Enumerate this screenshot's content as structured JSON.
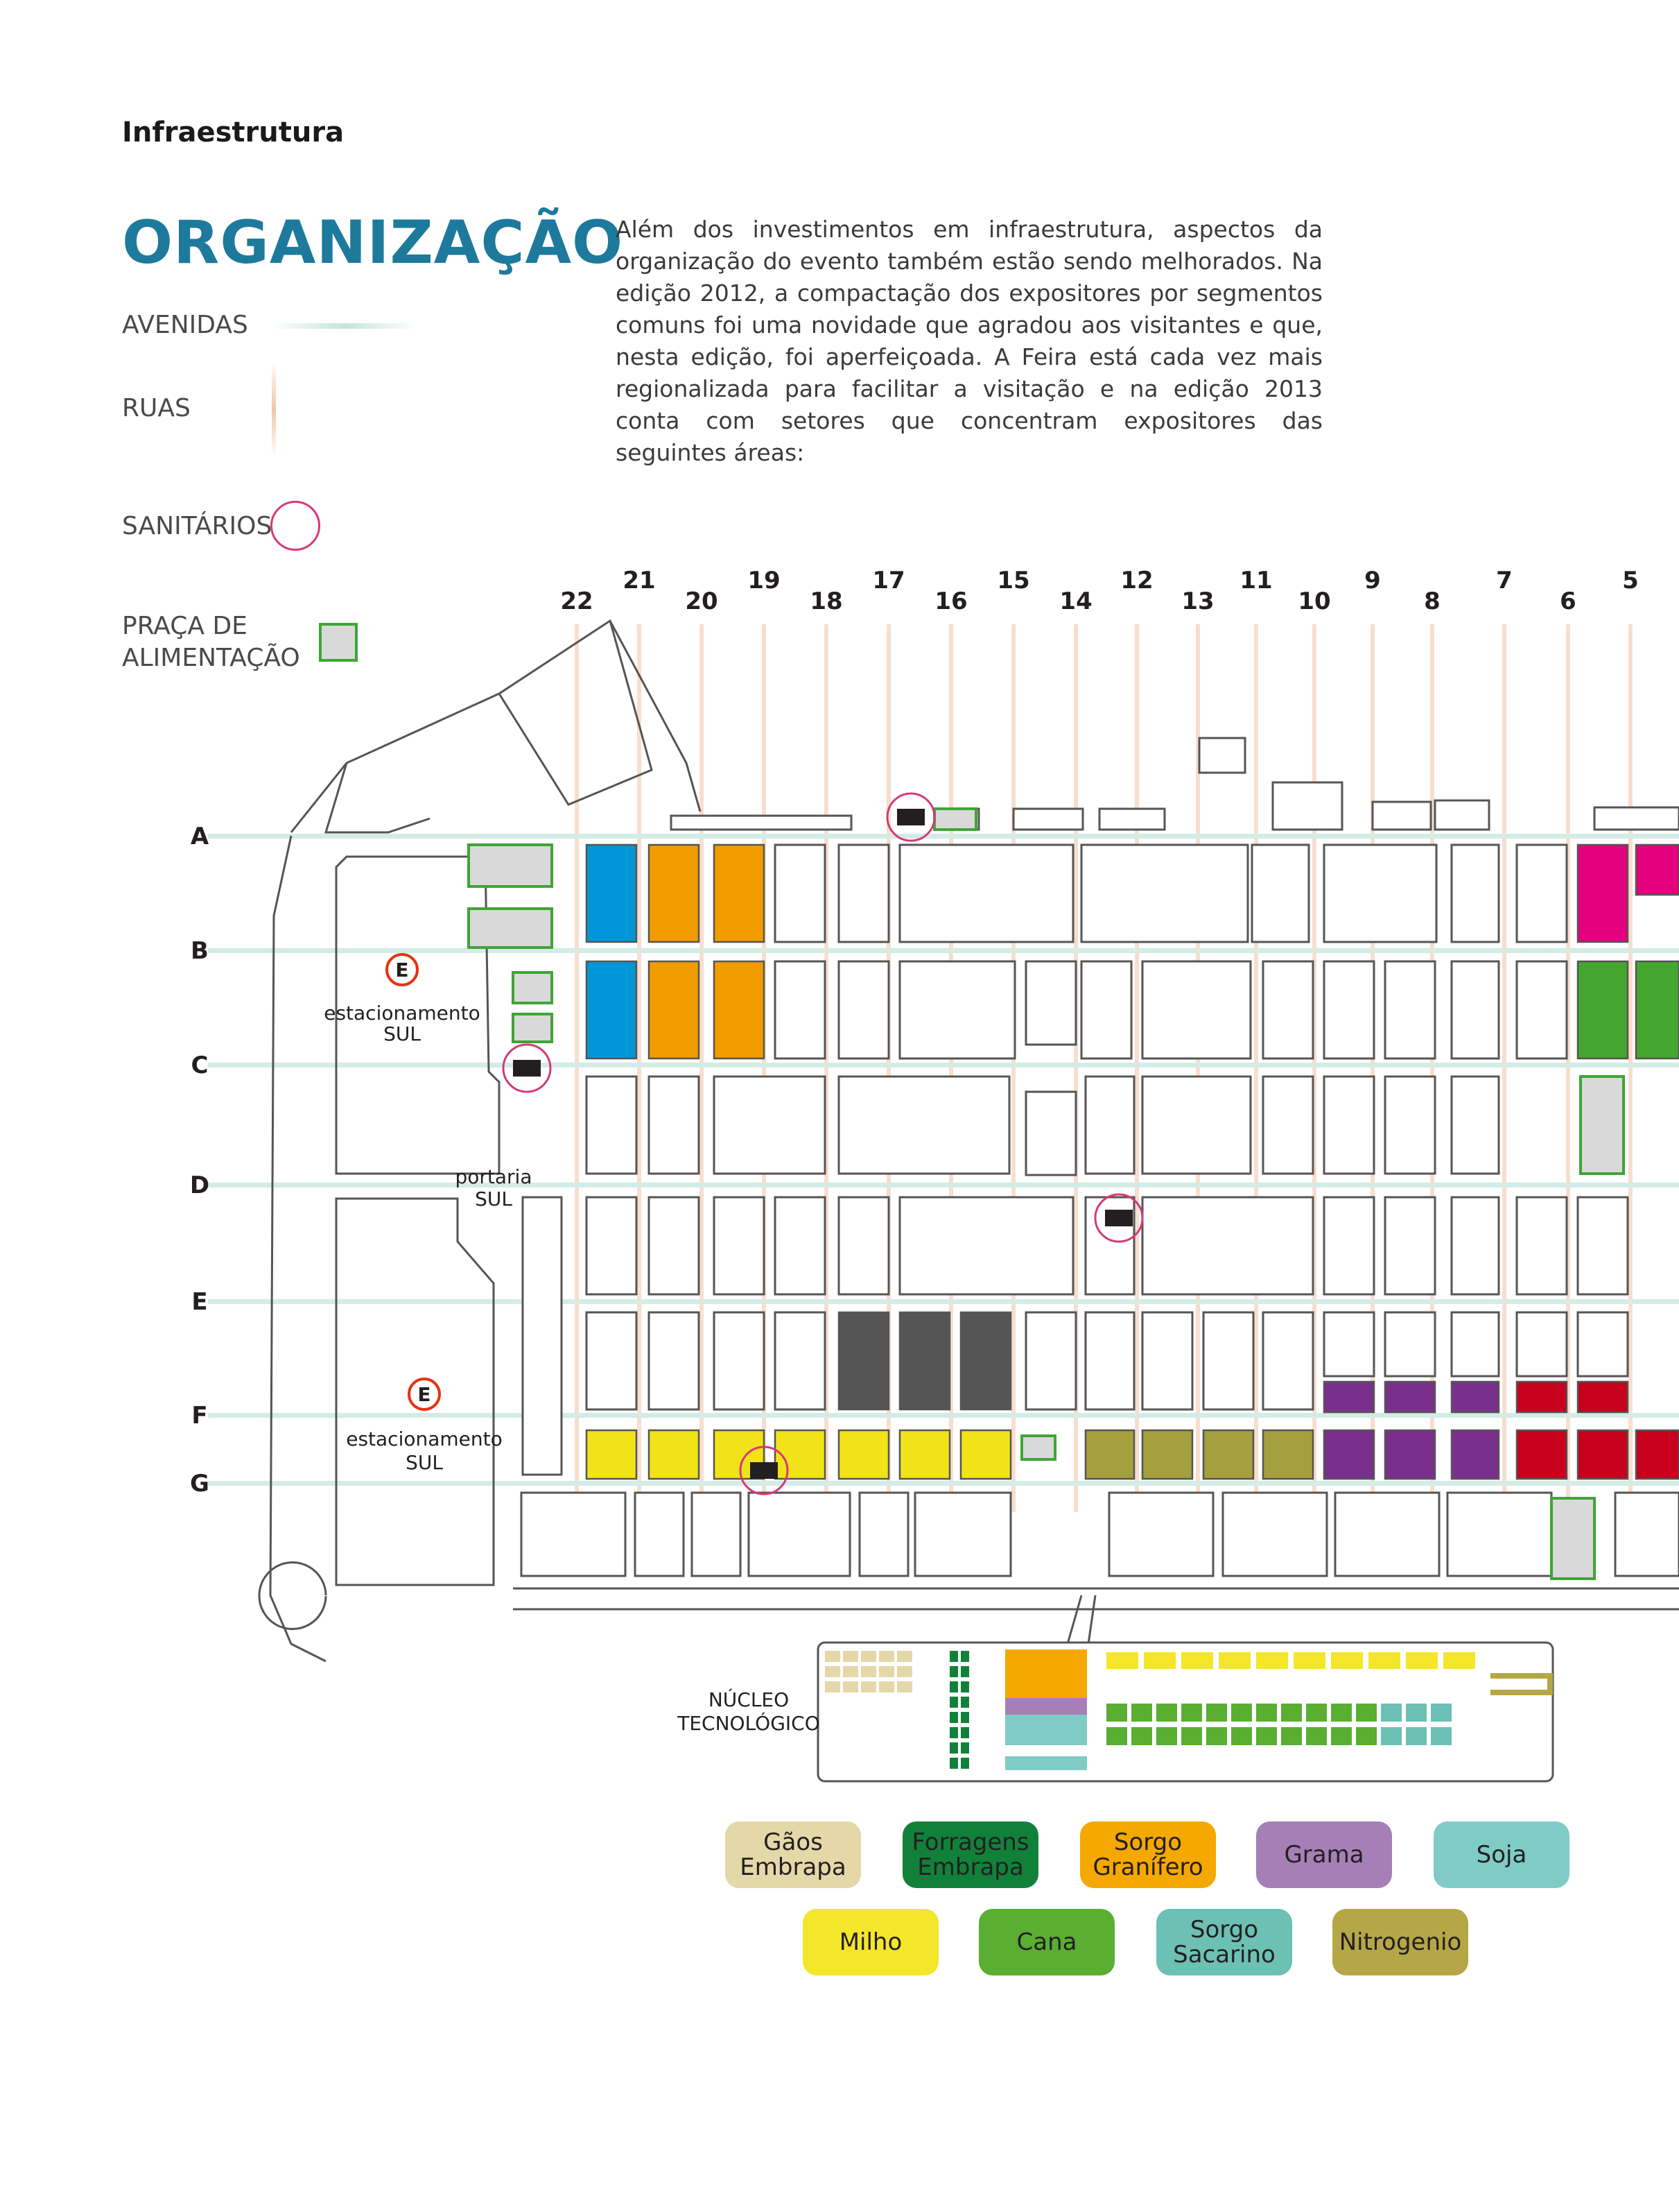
{
  "header": {
    "kicker": "Infraestrutura",
    "title": "ORGANIZAÇÃO"
  },
  "intro": "Além dos investimentos em infraestrutura, aspectos da organização do evento também estão sendo melhorados. Na edição 2012, a compactação dos expositores por segmentos comuns foi uma novidade que agradou aos visitantes e que, nesta edição, foi aperfeiçoada. A Feira está cada vez mais regionalizada para facilitar a visitação e na edição 2013 conta com setores que concentram expositores das seguintes áreas:",
  "legend": {
    "avenidas": "AVENIDAS",
    "ruas": "RUAS",
    "sanitarios": "SANITÁRIOS",
    "praca_line1": "PRAÇA DE",
    "praca_line2": "ALIMENTAÇÃO"
  },
  "map": {
    "streets": [
      "22",
      "21",
      "20",
      "19",
      "18",
      "17",
      "16",
      "15",
      "14",
      "12",
      "13",
      "11",
      "10",
      "9",
      "8",
      "7",
      "6",
      "5"
    ],
    "avenues": [
      "A",
      "B",
      "C",
      "D",
      "E",
      "F",
      "G"
    ],
    "parking_badge": "E",
    "parking_label_1": "estacionamento",
    "parking_label_2": "SUL",
    "portaria_1": "portaria",
    "portaria_2": "SUL",
    "nucleo_1": "NÚCLEO",
    "nucleo_2": "TECNOLÓGICO"
  },
  "categories": [
    {
      "label_1": "Gãos",
      "label_2": "Embrapa",
      "color": "#e4d8a8"
    },
    {
      "label_1": "Forragens",
      "label_2": "Embrapa",
      "color": "#11813a"
    },
    {
      "label_1": "Sorgo",
      "label_2": "Granífero",
      "color": "#f4a800"
    },
    {
      "label_1": "Grama",
      "label_2": "",
      "color": "#a57fb6"
    },
    {
      "label_1": "Soja",
      "label_2": "",
      "color": "#7fcbc6"
    },
    {
      "label_1": "Milho",
      "label_2": "",
      "color": "#f4e62a"
    },
    {
      "label_1": "Cana",
      "label_2": "",
      "color": "#5aae32"
    },
    {
      "label_1": "Sorgo",
      "label_2": "Sacarino",
      "color": "#6cc0b4"
    },
    {
      "label_1": "Nitrogenio",
      "label_2": "",
      "color": "#b6a746"
    }
  ],
  "colors": {
    "title": "#1d7a9c",
    "avenue": "#d4ece6",
    "street": "#f6d3bd",
    "restroom": "#d6397a",
    "food_court": "#3fa535",
    "blue_sector": "#0096d8",
    "orange_sector": "#f29c00",
    "magenta_sector": "#e4007f",
    "green_sector": "#44a62f",
    "dark_sector": "#555555",
    "yellow_sector": "#f2e318",
    "olive_sector": "#a4a03e",
    "purple_sector": "#7b2f8d",
    "red_sector": "#c7001b"
  }
}
